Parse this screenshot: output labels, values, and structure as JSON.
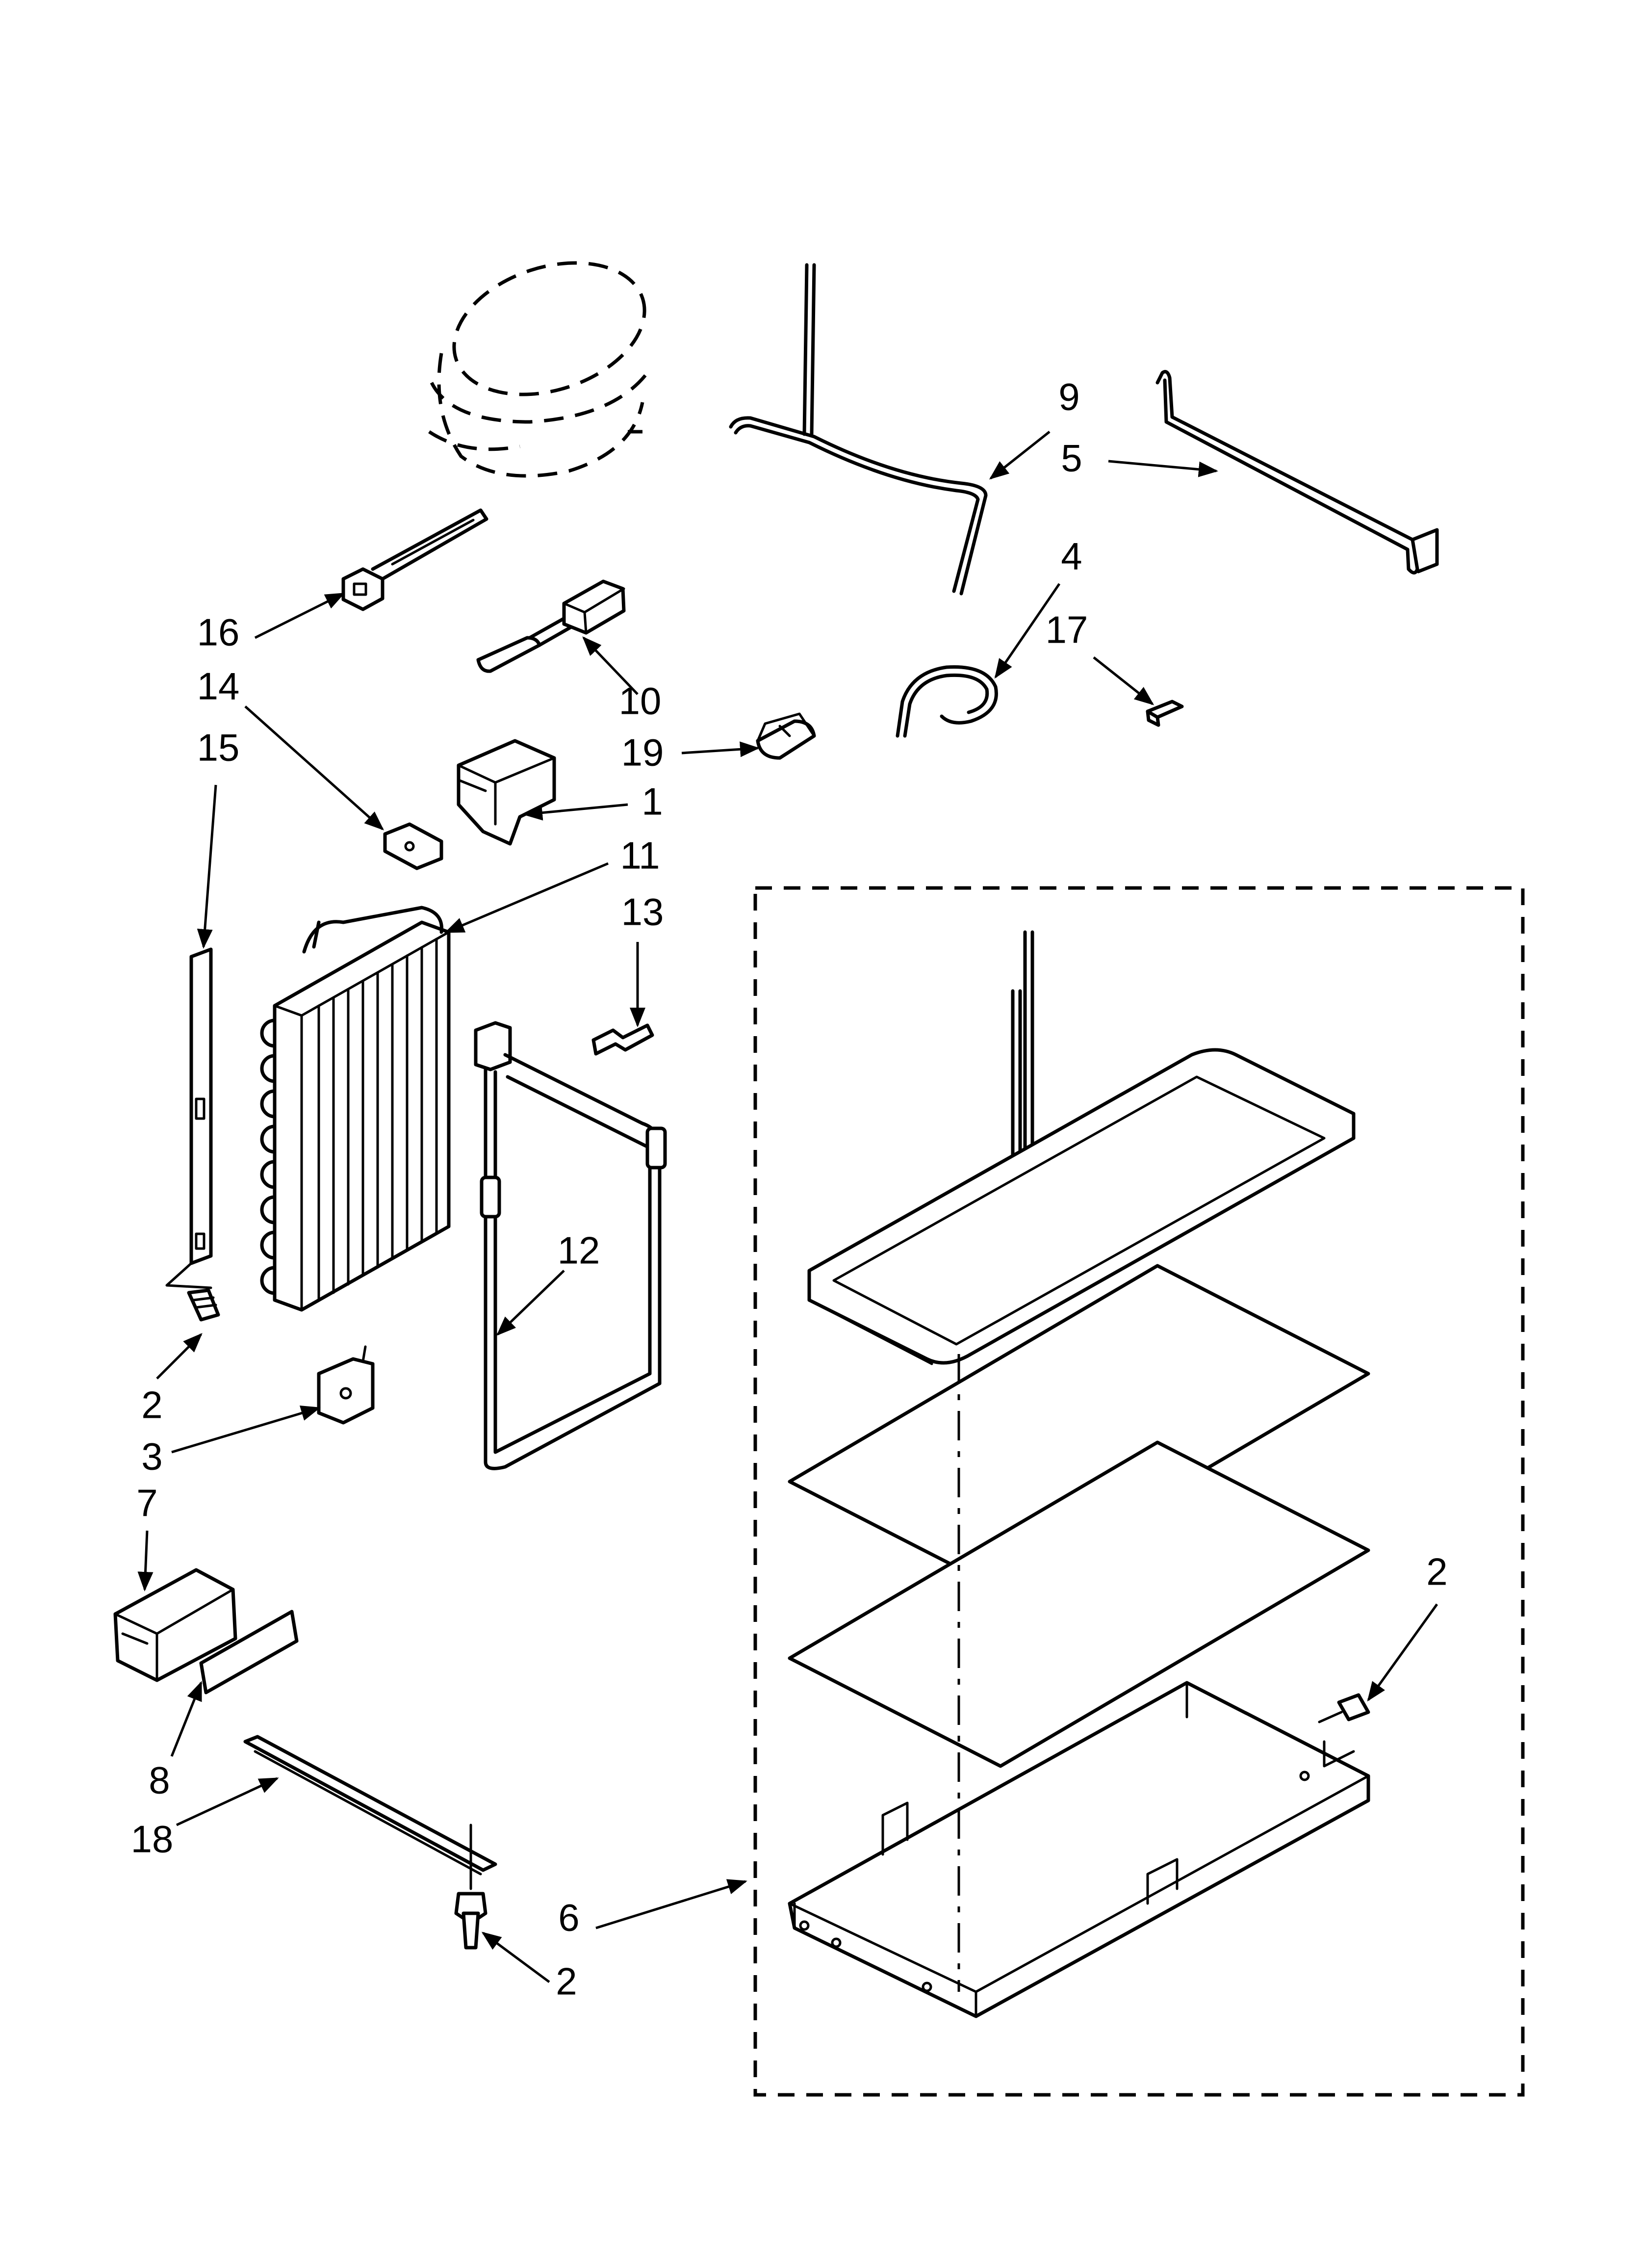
{
  "callouts": [
    {
      "id": "c9",
      "label": "9"
    },
    {
      "id": "c5",
      "label": "5"
    },
    {
      "id": "c4",
      "label": "4"
    },
    {
      "id": "c17",
      "label": "17"
    },
    {
      "id": "c16",
      "label": "16"
    },
    {
      "id": "c14",
      "label": "14"
    },
    {
      "id": "c15",
      "label": "15"
    },
    {
      "id": "c10",
      "label": "10"
    },
    {
      "id": "c19",
      "label": "19"
    },
    {
      "id": "c1",
      "label": "1"
    },
    {
      "id": "c11",
      "label": "11"
    },
    {
      "id": "c13",
      "label": "13"
    },
    {
      "id": "c12",
      "label": "12"
    },
    {
      "id": "c2a",
      "label": "2"
    },
    {
      "id": "c3",
      "label": "3"
    },
    {
      "id": "c7",
      "label": "7"
    },
    {
      "id": "c8",
      "label": "8"
    },
    {
      "id": "c18",
      "label": "18"
    },
    {
      "id": "c6",
      "label": "6"
    },
    {
      "id": "c2b",
      "label": "2"
    },
    {
      "id": "c2c",
      "label": "2"
    }
  ]
}
